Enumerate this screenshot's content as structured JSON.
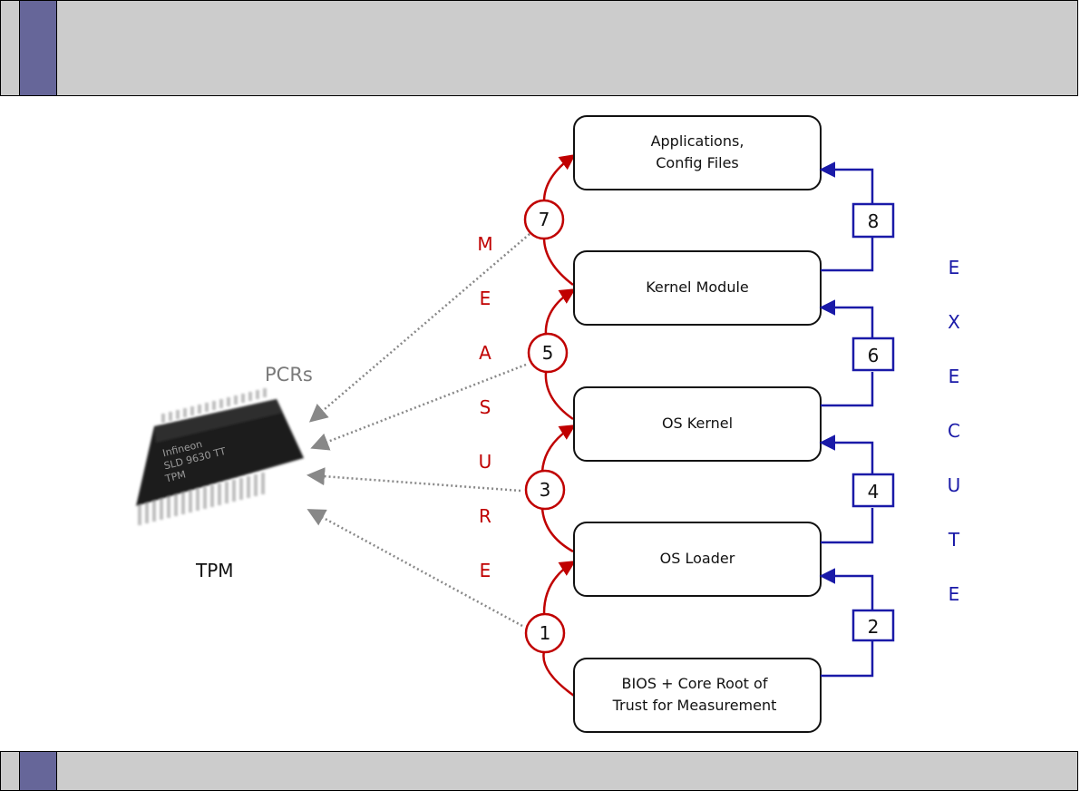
{
  "boxes": [
    {
      "lines": [
        "Applications,",
        "Config Files"
      ]
    },
    {
      "lines": [
        "Kernel Module"
      ]
    },
    {
      "lines": [
        "OS Kernel"
      ]
    },
    {
      "lines": [
        "OS Loader"
      ]
    },
    {
      "lines": [
        "BIOS + Core Root of",
        "Trust for Measurement"
      ]
    }
  ],
  "measure_steps": [
    "1",
    "3",
    "5",
    "7"
  ],
  "execute_steps": [
    "2",
    "4",
    "6",
    "8"
  ],
  "measure_letters": [
    "M",
    "E",
    "A",
    "S",
    "U",
    "R",
    "E"
  ],
  "execute_letters": [
    "E",
    "X",
    "E",
    "C",
    "U",
    "T",
    "E"
  ],
  "pcrs_label": "PCRs",
  "tpm_label": "TPM",
  "chip_text": [
    "Infineon",
    "SLD 9630  TT",
    "TPM"
  ],
  "colors": {
    "measure": "#c00000",
    "execute": "#1a1aa8",
    "pcr_arrow": "#888888"
  }
}
